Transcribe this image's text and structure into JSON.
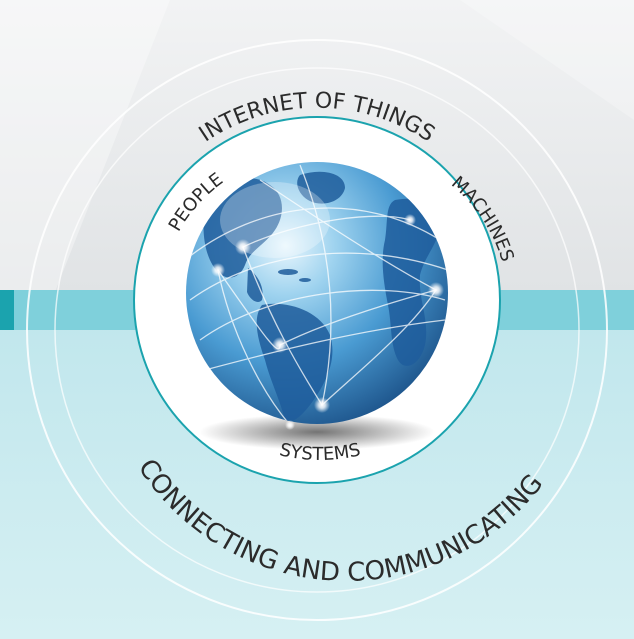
{
  "outer_ring": {
    "top_label": "INTERNET OF THINGS",
    "bottom_label": "CONNECTING AND COMMUNICATING"
  },
  "inner_ring": {
    "left_label": "PEOPLE",
    "right_label": "MACHINES",
    "bottom_label": "SYSTEMS"
  },
  "colors": {
    "background_top": "#eceeef",
    "background_bottom": "#cdeaef",
    "band": "#7fcfdb",
    "teal_ring": "#1ba3ae",
    "globe_ocean": "#3f8fc9",
    "globe_land": "#1f5d9c",
    "network_line": "#ffffff"
  },
  "icons": [
    "globe-icon",
    "network-node-icon"
  ]
}
